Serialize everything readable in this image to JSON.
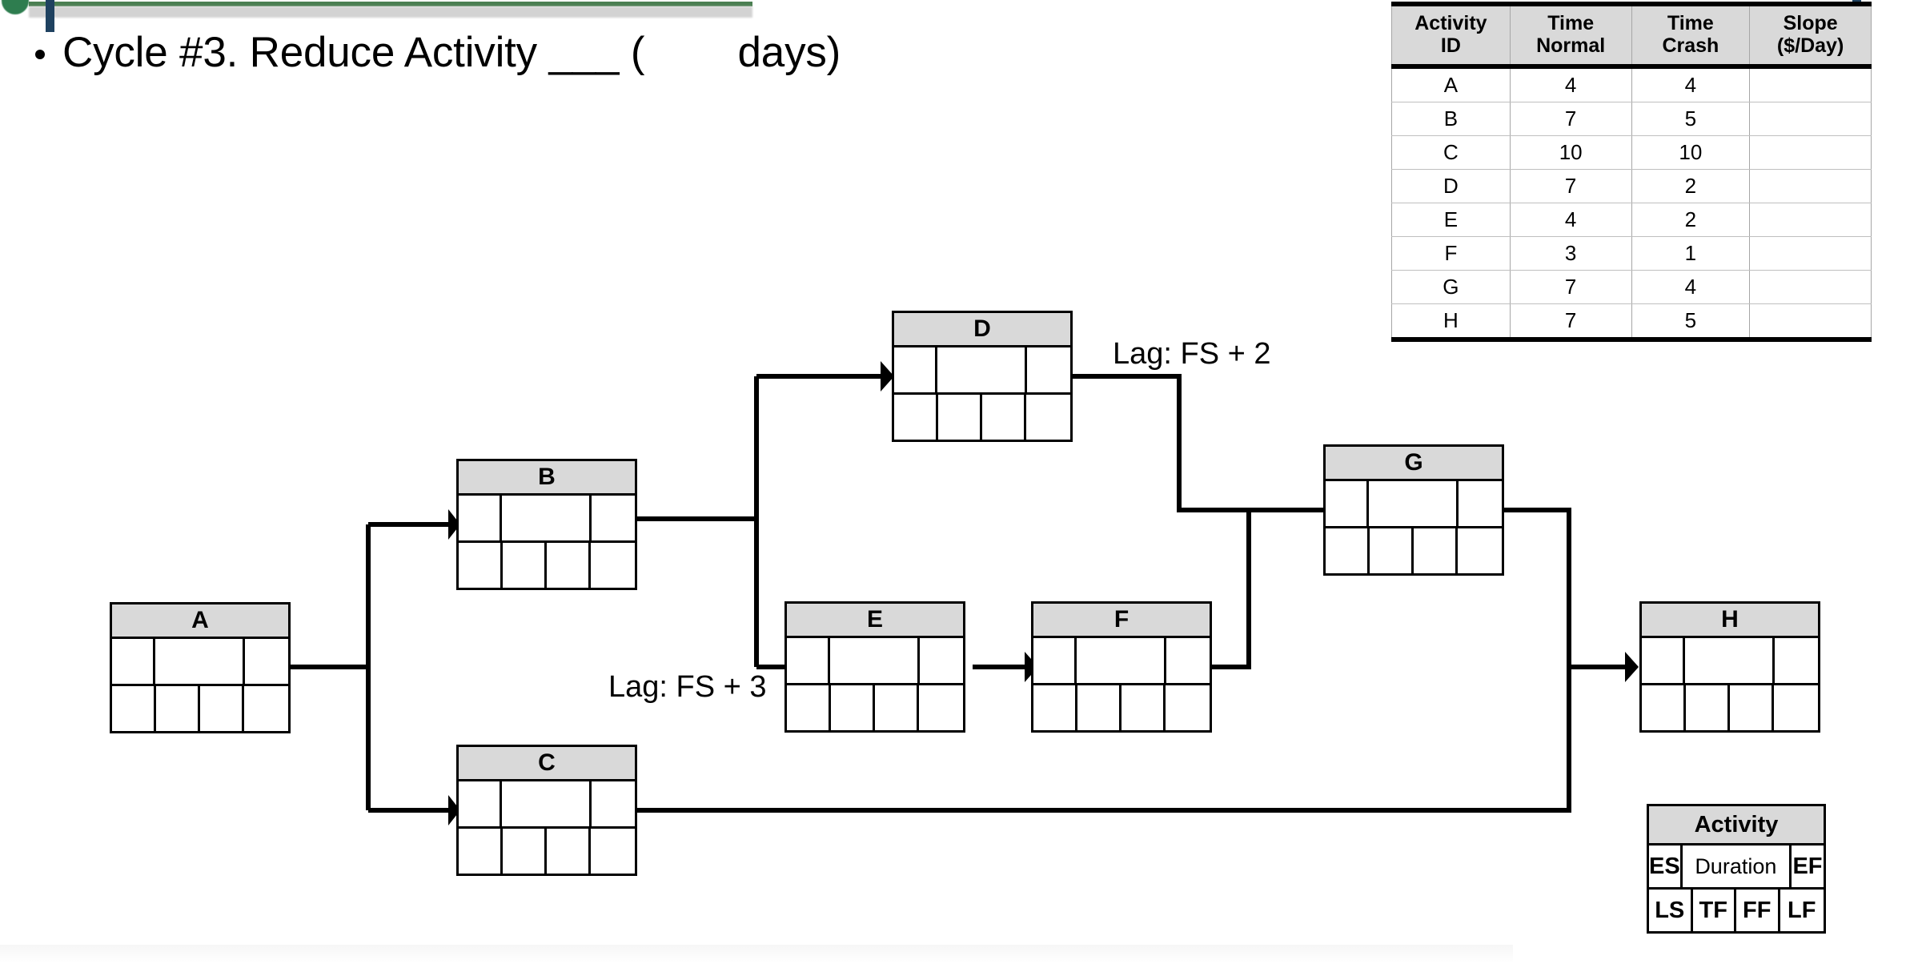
{
  "title": {
    "bullet": "•",
    "text": "Cycle #3. Reduce Activity ___ (        days)"
  },
  "crash_table": {
    "headers": [
      "Activity ID",
      "Time Normal",
      "Time Crash",
      "Slope ($/Day)"
    ],
    "header_lines": [
      [
        "Activity",
        "ID"
      ],
      [
        "Time",
        "Normal"
      ],
      [
        "Time",
        "Crash"
      ],
      [
        "Slope",
        "($/Day)"
      ]
    ],
    "rows": [
      {
        "id": "A",
        "time_normal": "4",
        "time_crash": "4",
        "slope": ""
      },
      {
        "id": "B",
        "time_normal": "7",
        "time_crash": "5",
        "slope": ""
      },
      {
        "id": "C",
        "time_normal": "10",
        "time_crash": "10",
        "slope": ""
      },
      {
        "id": "D",
        "time_normal": "7",
        "time_crash": "2",
        "slope": ""
      },
      {
        "id": "E",
        "time_normal": "4",
        "time_crash": "2",
        "slope": ""
      },
      {
        "id": "F",
        "time_normal": "3",
        "time_crash": "1",
        "slope": ""
      },
      {
        "id": "G",
        "time_normal": "7",
        "time_crash": "4",
        "slope": ""
      },
      {
        "id": "H",
        "time_normal": "7",
        "time_crash": "5",
        "slope": ""
      }
    ]
  },
  "network": {
    "nodes": [
      {
        "id": "A",
        "label": "A",
        "es": "",
        "duration": "",
        "ef": "",
        "ls": "",
        "tf": "",
        "ff": "",
        "lf": ""
      },
      {
        "id": "B",
        "label": "B",
        "es": "",
        "duration": "",
        "ef": "",
        "ls": "",
        "tf": "",
        "ff": "",
        "lf": ""
      },
      {
        "id": "C",
        "label": "C",
        "es": "",
        "duration": "",
        "ef": "",
        "ls": "",
        "tf": "",
        "ff": "",
        "lf": ""
      },
      {
        "id": "D",
        "label": "D",
        "es": "",
        "duration": "",
        "ef": "",
        "ls": "",
        "tf": "",
        "ff": "",
        "lf": ""
      },
      {
        "id": "E",
        "label": "E",
        "es": "",
        "duration": "",
        "ef": "",
        "ls": "",
        "tf": "",
        "ff": "",
        "lf": ""
      },
      {
        "id": "F",
        "label": "F",
        "es": "",
        "duration": "",
        "ef": "",
        "ls": "",
        "tf": "",
        "ff": "",
        "lf": ""
      },
      {
        "id": "G",
        "label": "G",
        "es": "",
        "duration": "",
        "ef": "",
        "ls": "",
        "tf": "",
        "ff": "",
        "lf": ""
      },
      {
        "id": "H",
        "label": "H",
        "es": "",
        "duration": "",
        "ef": "",
        "ls": "",
        "tf": "",
        "ff": "",
        "lf": ""
      }
    ],
    "lag_labels": [
      {
        "id": "lag-d-g",
        "text": "Lag: FS + 2"
      },
      {
        "id": "lag-b-e",
        "text": "Lag: FS + 3"
      }
    ],
    "edges": [
      "A-B",
      "A-C",
      "B-D",
      "B-E",
      "D-G",
      "E-F",
      "F-G",
      "G-H",
      "C-H"
    ]
  },
  "legend": {
    "title": "Activity",
    "top_row": [
      "ES",
      "Duration",
      "EF"
    ],
    "bottom_row": [
      "LS",
      "TF",
      "FF",
      "LF"
    ]
  },
  "colors": {
    "node_header_fill": "#d9d9d9",
    "table_header_fill": "#d9d9d9",
    "line": "#000000",
    "chrome_green": "#4b7f52",
    "chrome_handle": "#1f4260"
  }
}
